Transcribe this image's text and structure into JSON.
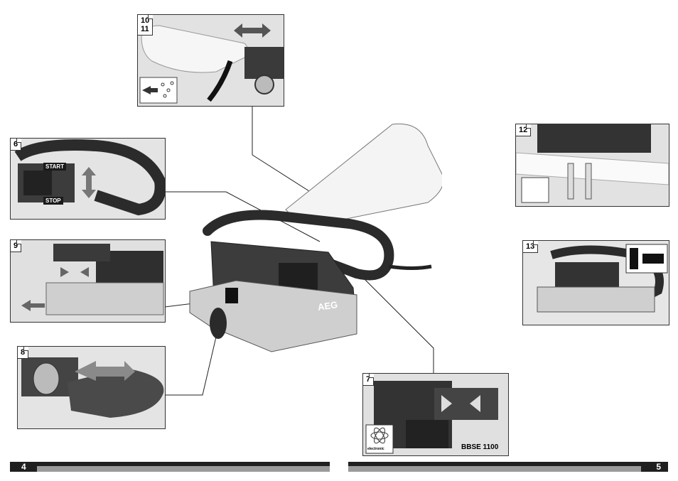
{
  "figures": {
    "fig10_11": {
      "label_line1": "10",
      "label_line2": "11"
    },
    "fig6": {
      "label": "6",
      "start_label": "START",
      "stop_label": "STOP"
    },
    "fig9": {
      "label": "9"
    },
    "fig8": {
      "label": "8"
    },
    "fig12": {
      "label": "12"
    },
    "fig13": {
      "label": "13"
    },
    "fig7": {
      "label": "7",
      "model_label": "BBSE 1100",
      "electronic_label": "electronic"
    }
  },
  "main": {
    "brand": "AEG"
  },
  "footer": {
    "left_page": "4",
    "right_page": "5"
  }
}
